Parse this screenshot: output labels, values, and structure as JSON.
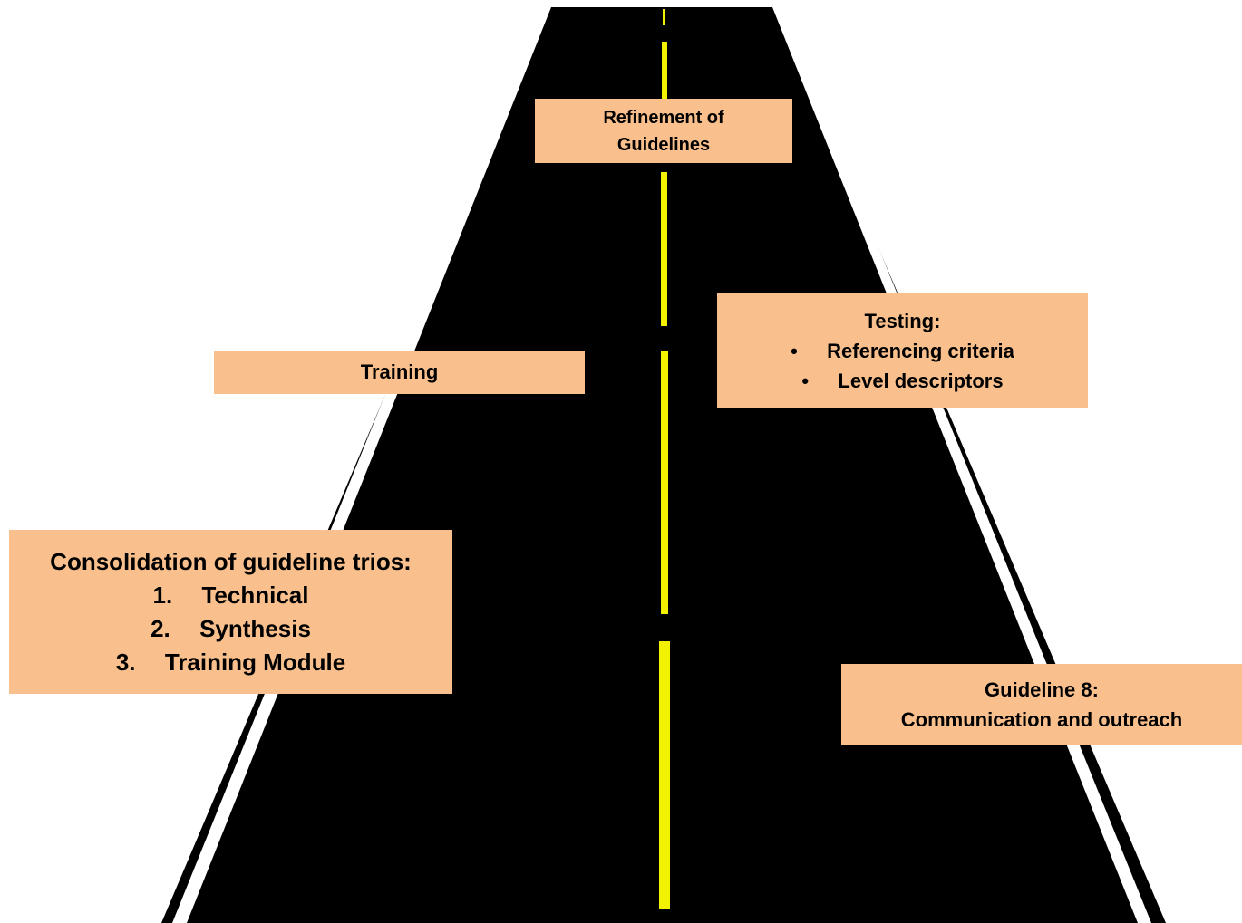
{
  "colors": {
    "road": "#000000",
    "edge_line": "#ffffff",
    "center_line": "#f2f200",
    "box_fill": "#f9c08d",
    "text": "#000000"
  },
  "boxes": {
    "refinement": {
      "lines": [
        "Refinement of",
        "Guidelines"
      ]
    },
    "training": {
      "label": "Training"
    },
    "testing": {
      "title": "Testing:",
      "bullet_symbol": "•",
      "items": [
        "Referencing criteria",
        "Level descriptors"
      ]
    },
    "consolidation": {
      "title": "Consolidation of guideline trios:",
      "items": [
        {
          "num": "1.",
          "label": "Technical"
        },
        {
          "num": "2.",
          "label": "Synthesis"
        },
        {
          "num": "3.",
          "label": "Training Module"
        }
      ]
    },
    "guideline8": {
      "lines": [
        "Guideline 8:",
        "Communication and outreach"
      ]
    }
  }
}
